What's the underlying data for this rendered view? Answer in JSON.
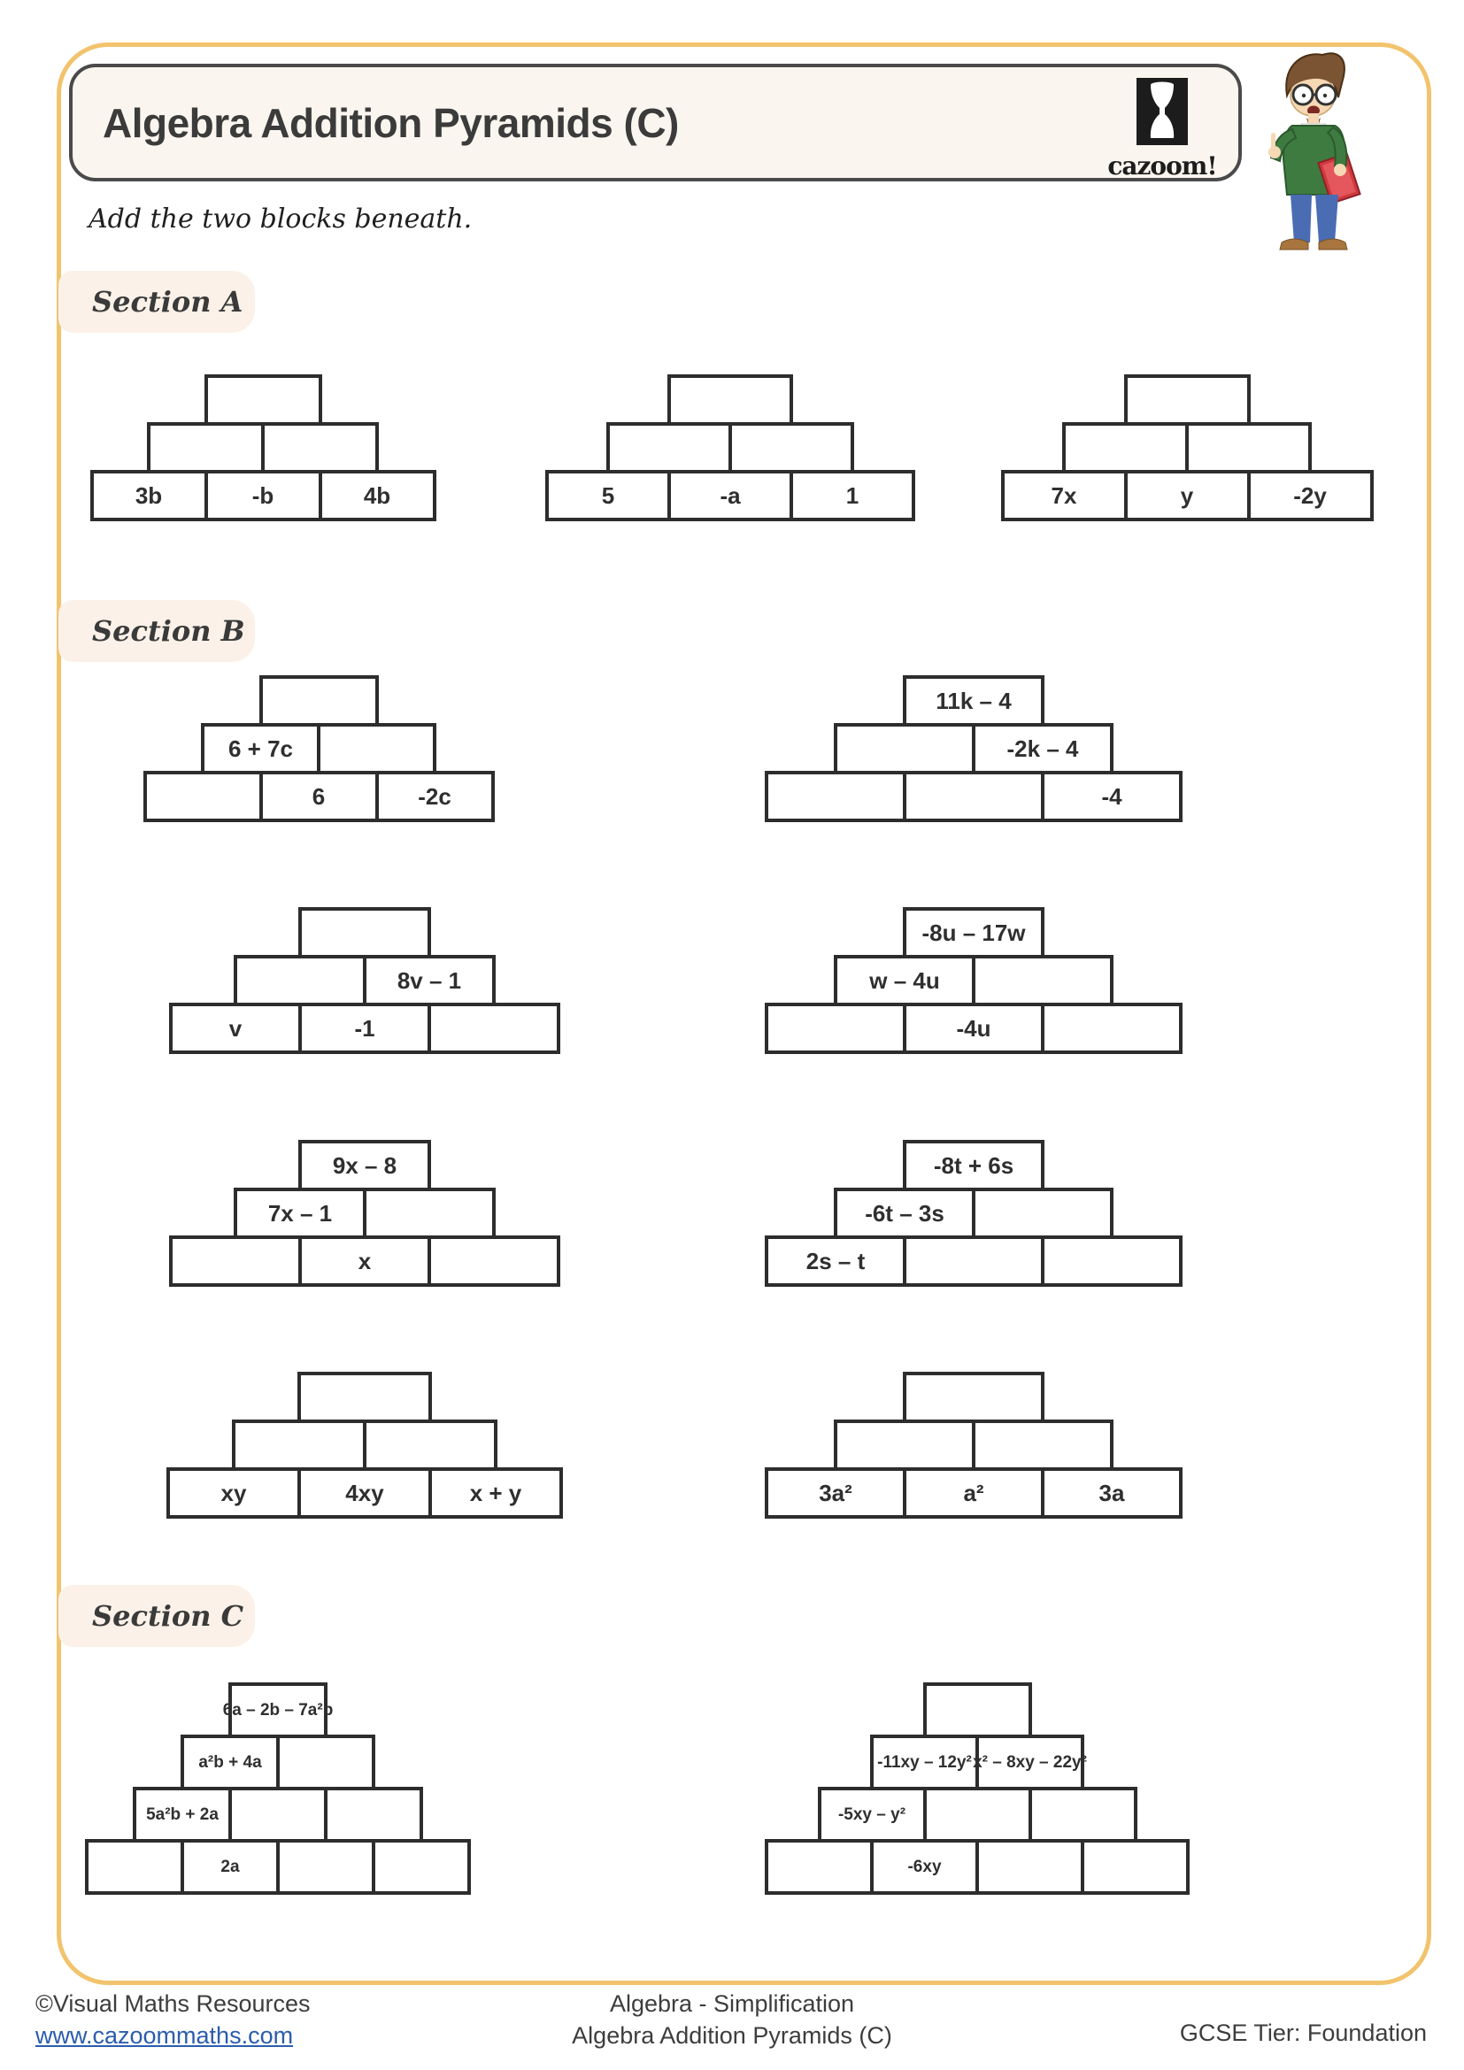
{
  "page": {
    "header": {
      "title": "Algebra Addition Pyramids (C)",
      "logo_text": "cazoom!"
    },
    "instruction": "Add the two blocks beneath.",
    "sections": [
      {
        "label": "Section A",
        "pyramids": [
          {
            "rows": [
              [
                ""
              ],
              [
                "",
                ""
              ],
              [
                "3b",
                "-b",
                "4b"
              ]
            ]
          },
          {
            "rows": [
              [
                ""
              ],
              [
                "",
                ""
              ],
              [
                "5",
                "-a",
                "1"
              ]
            ]
          },
          {
            "rows": [
              [
                ""
              ],
              [
                "",
                ""
              ],
              [
                "7x",
                "y",
                "-2y"
              ]
            ]
          }
        ]
      },
      {
        "label": "Section B",
        "pyramids": [
          {
            "rows": [
              [
                ""
              ],
              [
                "6 + 7c",
                ""
              ],
              [
                "",
                "6",
                "-2c"
              ]
            ]
          },
          {
            "rows": [
              [
                "11k – 4"
              ],
              [
                "",
                "-2k – 4"
              ],
              [
                "",
                "",
                "-4"
              ]
            ]
          },
          {
            "rows": [
              [
                ""
              ],
              [
                "",
                "8v – 1"
              ],
              [
                "v",
                "-1",
                ""
              ]
            ]
          },
          {
            "rows": [
              [
                "-8u – 17w"
              ],
              [
                "w – 4u",
                ""
              ],
              [
                "",
                "-4u",
                ""
              ]
            ]
          },
          {
            "rows": [
              [
                "9x – 8"
              ],
              [
                "7x – 1",
                ""
              ],
              [
                "",
                "x",
                ""
              ]
            ]
          },
          {
            "rows": [
              [
                "-8t + 6s"
              ],
              [
                "-6t – 3s",
                ""
              ],
              [
                "2s – t",
                "",
                ""
              ]
            ]
          },
          {
            "rows": [
              [
                ""
              ],
              [
                "",
                ""
              ],
              [
                "xy",
                "4xy",
                "x + y"
              ]
            ]
          },
          {
            "rows": [
              [
                ""
              ],
              [
                "",
                ""
              ],
              [
                "3a²",
                "a²",
                "3a"
              ]
            ]
          }
        ]
      },
      {
        "label": "Section C",
        "pyramids": [
          {
            "rows": [
              [
                "6a – 2b – 7a²b"
              ],
              [
                "a²b + 4a",
                ""
              ],
              [
                "5a²b + 2a",
                "",
                ""
              ],
              [
                "",
                "2a",
                "",
                ""
              ]
            ]
          },
          {
            "rows": [
              [
                ""
              ],
              [
                "-11xy – 12y²",
                "x² – 8xy – 22y²"
              ],
              [
                "-5xy – y²",
                "",
                ""
              ],
              [
                "",
                "-6xy",
                "",
                ""
              ]
            ]
          }
        ]
      }
    ],
    "footer": {
      "credit": "©Visual Maths Resources",
      "link": "www.cazoommaths.com",
      "topic": "Algebra - Simplification",
      "sheet": "Algebra Addition Pyramids (C)",
      "tier": "GCSE Tier: Foundation"
    }
  }
}
